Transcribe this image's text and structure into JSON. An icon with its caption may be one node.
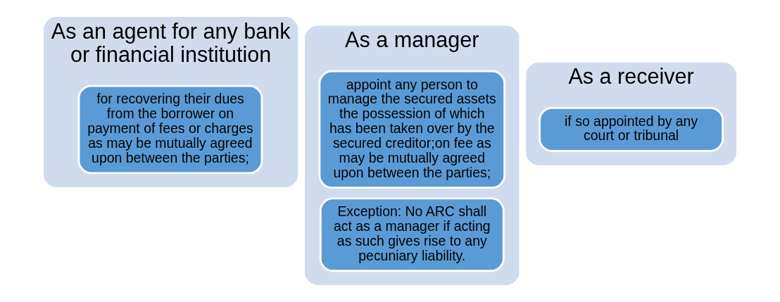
{
  "diagram": {
    "nodes": [
      {
        "text": [
          "As an agent for any bank or financial institution"
        ]
      },
      {
        "text": [
          "for recovering their dues from the borrower on payment of fees or charges as may be mutually agreed upon between the parties;"
        ],
        "in": 0
      },
      {
        "text": [
          "As a manager"
        ]
      },
      {
        "text": [
          "appoint any person to manage the secured assets the possession of which has been taken over by the secured creditor;on fee as may be mutually agreed upon between the parties;"
        ],
        "in": 2
      },
      {
        "text": [
          "Exception: No ARC shall act as a manager if acting as such gives rise to any pecuniary liability."
        ],
        "in": 2
      },
      {
        "text": [
          "As a receiver"
        ]
      },
      {
        "text": [
          "if so appointed by any court or tribunal"
        ],
        "in": 5
      }
    ]
  }
}
